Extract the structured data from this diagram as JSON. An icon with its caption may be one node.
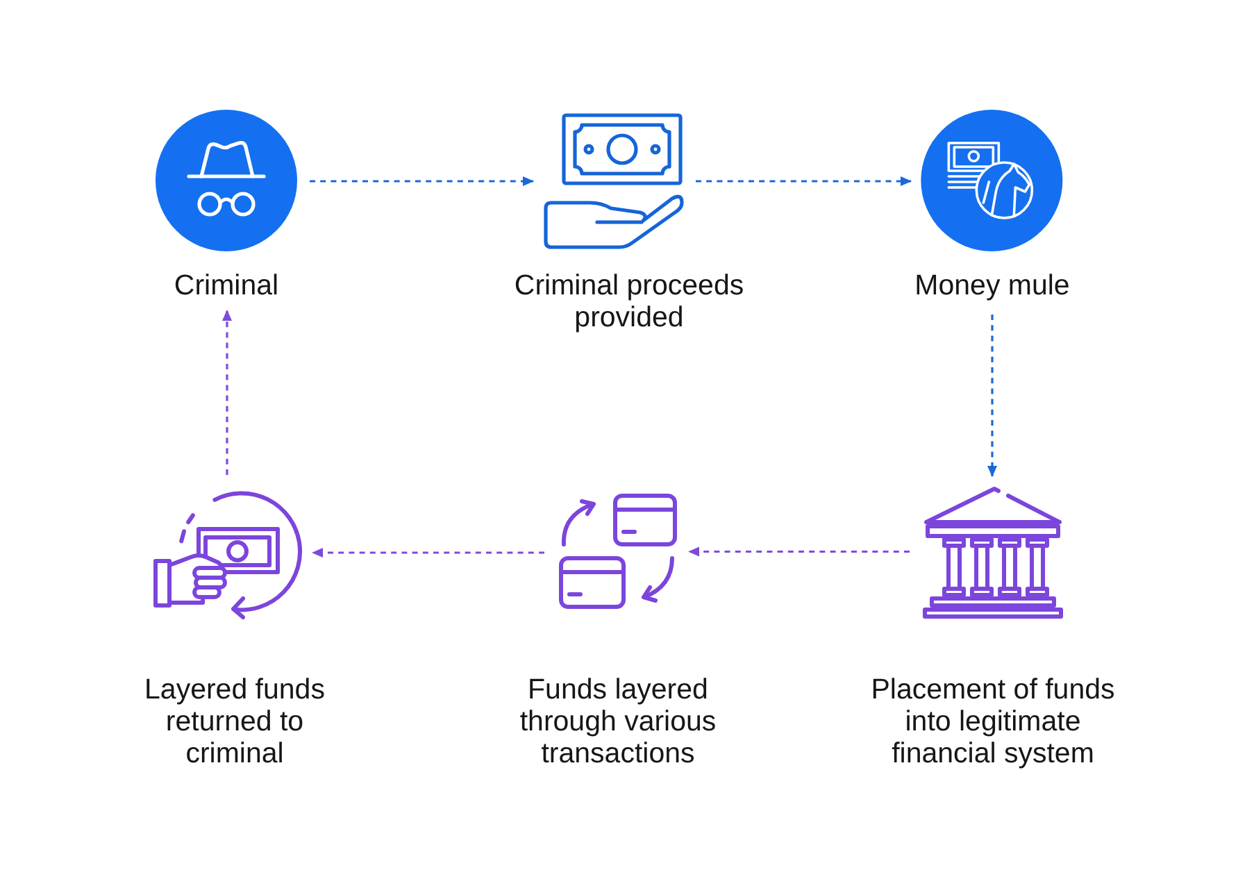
{
  "diagram": {
    "nodes": [
      {
        "text": [
          "Criminal"
        ]
      },
      {
        "text": [
          "Criminal proceeds provided"
        ]
      },
      {
        "text": [
          "Money mule"
        ]
      },
      {
        "text": [
          "Layered funds returned to criminal"
        ]
      },
      {
        "text": [
          "Funds layered through various transactions"
        ]
      },
      {
        "text": [
          "Placement of funds into legitimate financial system"
        ]
      }
    ],
    "edges": [
      {
        "from": 0,
        "to": 1,
        "arrow": "to",
        "style": "dashed",
        "color": "#1c68d8"
      },
      {
        "from": 1,
        "to": 2,
        "arrow": "to",
        "style": "dashed",
        "color": "#1c68d8"
      },
      {
        "from": 2,
        "to": 5,
        "arrow": "to",
        "style": "dashed",
        "color": "#1c68d8"
      },
      {
        "from": 5,
        "to": 4,
        "arrow": "to",
        "style": "dashed",
        "color": "#7d4bdb"
      },
      {
        "from": 4,
        "to": 3,
        "arrow": "to",
        "style": "dashed",
        "color": "#7d4bdb"
      },
      {
        "from": 3,
        "to": 0,
        "arrow": "to",
        "style": "dashed",
        "color": "#7d4bdb"
      }
    ]
  }
}
